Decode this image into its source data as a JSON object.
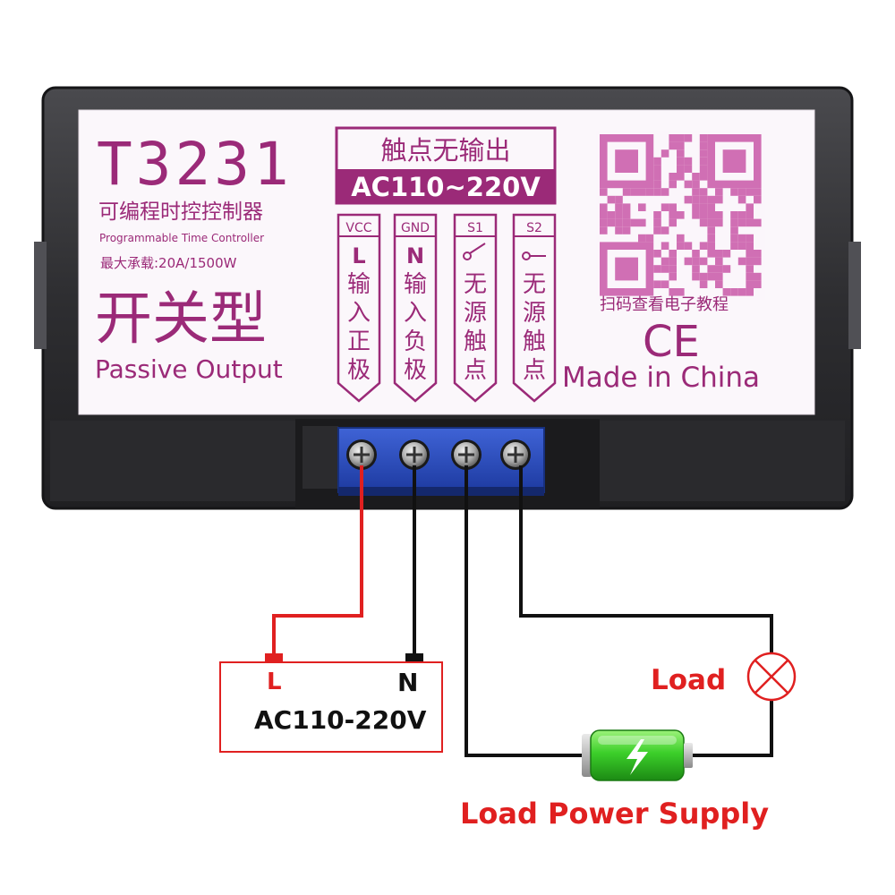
{
  "device": {
    "model": "T3231",
    "title_cn": "可编程时控控制器",
    "title_en": "Programmable Time Controller",
    "max_load": "最大承载:20A/1500W",
    "type_cn": "开关型",
    "type_en": "Passive Output",
    "contact_cn": "触点无输出",
    "voltage": "AC110~220V",
    "qr_caption": "扫码查看电子教程",
    "ce_mark": "CE",
    "origin": "Made in China",
    "label_color": "#9b2a78",
    "terminals": [
      {
        "id": "VCC",
        "letter": "L",
        "chars": [
          "输",
          "入",
          "正",
          "极"
        ]
      },
      {
        "id": "GND",
        "letter": "N",
        "chars": [
          "输",
          "入",
          "负",
          "极"
        ]
      },
      {
        "id": "S1",
        "letter": "",
        "chars": [
          "无",
          "源",
          "触",
          "点"
        ]
      },
      {
        "id": "S2",
        "letter": "",
        "chars": [
          "无",
          "源",
          "触",
          "点"
        ]
      }
    ]
  },
  "wiring": {
    "supply": {
      "l": "L",
      "n": "N",
      "voltage": "AC110-220V"
    },
    "load_label": "Load",
    "power_supply_label": "Load Power Supply",
    "live_wire_color": "#e02020",
    "neutral_wire_color": "#111111",
    "accent_red": "#e02020"
  }
}
